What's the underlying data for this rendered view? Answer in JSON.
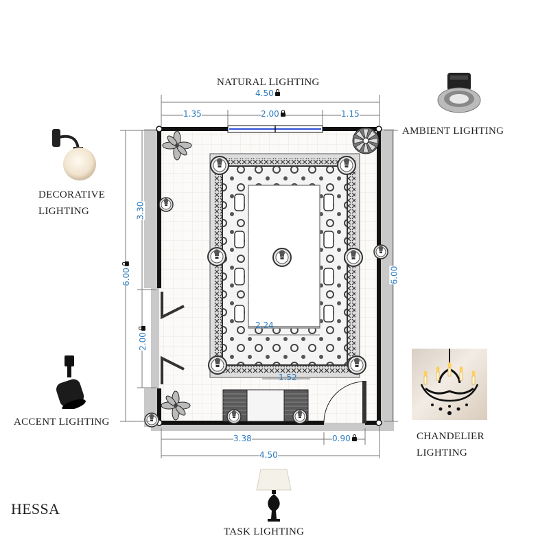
{
  "labels": {
    "natural": "NATURAL LIGHTING",
    "ambient": "AMBIENT LIGHTING",
    "decorative_1": "DECORATIVE",
    "decorative_2": "LIGHTING",
    "accent": "ACCENT LIGHTING",
    "chandelier_1": "CHANDELIER",
    "chandelier_2": "LIGHTING",
    "task": "TASK LIGHTING",
    "author": "HESSA"
  },
  "dimensions": {
    "top_total": "4.50",
    "top_left": "1.35",
    "top_mid": "2.00",
    "top_right": "1.15",
    "bottom_left": "3.38",
    "bottom_door": "0.90",
    "bottom_total": "4.50",
    "left_upper": "3.30",
    "left_total": "6.00",
    "left_door": "2.00",
    "right_total": "6.00",
    "table_width": "2.24",
    "rug_dim": "1.52"
  },
  "icons": {
    "dimension_lock": "lock-icon",
    "ceiling_light": "bulb-icon",
    "plant": "plant-icon",
    "fan": "ceiling-fan-icon"
  },
  "colors": {
    "dimension": "#2b7bbf",
    "wall": "#111111",
    "wall_shadow": "#c8c8c8",
    "floor_grid": "#e9e6e0"
  }
}
